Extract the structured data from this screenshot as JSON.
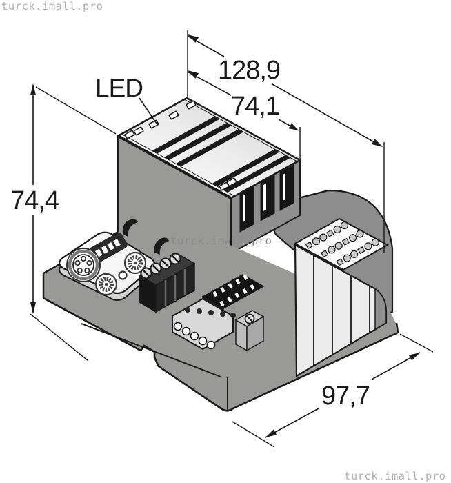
{
  "watermarks": {
    "top_left": "turck.imall.pro",
    "center": "turck.imall.pro",
    "bottom_right": "turck.imall.pro"
  },
  "annotations": {
    "led_label": "LED"
  },
  "dimensions": {
    "overall_length": "128,9",
    "module_section_length": "74,1",
    "overall_height": "74,4",
    "overall_depth": "97,7"
  },
  "colors": {
    "line": "#1a1a1a",
    "body_gray": "#999998",
    "dark_gray": "#8d8d8d",
    "end_face_gray": "#8f8f8f",
    "terminal_slab": "#ececec",
    "panel_white": "#fcfcfc",
    "connector_black": "#1a1a1a",
    "watermark_light": "#b0b0b0",
    "watermark_on_gray": "#8a8a8a",
    "background": "#ffffff"
  }
}
